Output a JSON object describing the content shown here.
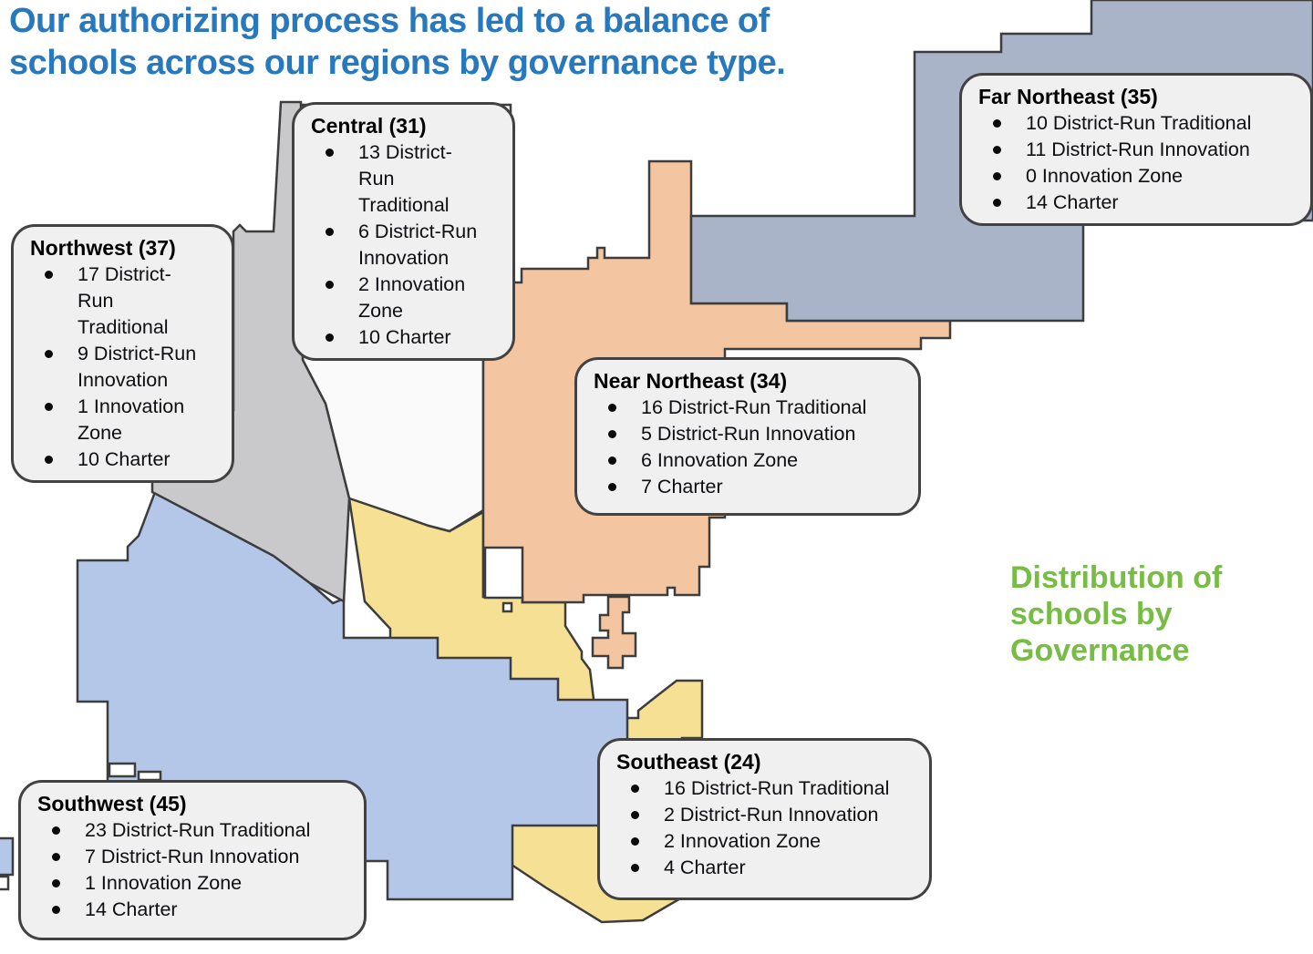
{
  "title": {
    "line1": "Our authorizing process has led to a balance of",
    "line2": "schools across our regions by governance type.",
    "color": "#2878be"
  },
  "annotation": {
    "line1": "Distribution of",
    "line2": "schools by",
    "line3": "Governance",
    "color": "#77bc44"
  },
  "callouts": [
    {
      "id": "northwest",
      "title": "Northwest (37)",
      "items": [
        "17 District-Run Traditional",
        "9 District-Run Innovation",
        "1 Innovation Zone",
        "10 Charter"
      ]
    },
    {
      "id": "central",
      "title": "Central (31)",
      "items": [
        "13 District-Run Traditional",
        "6 District-Run Innovation",
        "2 Innovation Zone",
        "10 Charter"
      ]
    },
    {
      "id": "far-northeast",
      "title": "Far Northeast (35)",
      "items": [
        "10 District-Run Traditional",
        "11 District-Run Innovation",
        "0 Innovation Zone",
        "14 Charter"
      ]
    },
    {
      "id": "near-northeast",
      "title": "Near Northeast (34)",
      "items": [
        "16 District-Run Traditional",
        "5 District-Run Innovation",
        "6 Innovation Zone",
        "7 Charter"
      ]
    },
    {
      "id": "southeast",
      "title": "Southeast (24)",
      "items": [
        "16 District-Run Traditional",
        "2 District-Run Innovation",
        "2 Innovation Zone",
        "4 Charter"
      ]
    },
    {
      "id": "southwest",
      "title": "Southwest (45)",
      "items": [
        "23 District-Run Traditional",
        "7 District-Run Innovation",
        "1 Innovation Zone",
        "14 Charter"
      ]
    }
  ],
  "map": {
    "regions": [
      {
        "id": "central",
        "color": "#fafafa"
      },
      {
        "id": "southeast",
        "color": "#f6e094"
      },
      {
        "id": "southwest",
        "color": "#b4c7e8"
      },
      {
        "id": "northwest",
        "color": "#c9c9cb"
      },
      {
        "id": "near-northeast",
        "color": "#f3c6a1"
      },
      {
        "id": "far-northeast",
        "color": "#aab4c8"
      }
    ],
    "border_color": "#3d3d3d",
    "box_fill": "#f0f0f0",
    "box_border": "#424242"
  }
}
